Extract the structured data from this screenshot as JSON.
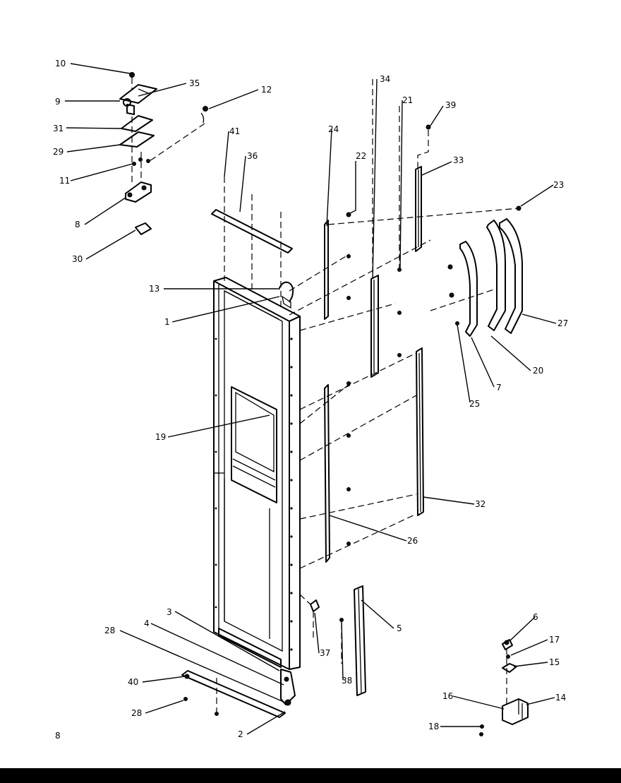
{
  "diagram": {
    "page_number": "8",
    "callouts": {
      "c10": "10",
      "c9": "9",
      "c35": "35",
      "c31": "31",
      "c29": "29",
      "c11": "11",
      "c8": "8",
      "c30": "30",
      "c12": "12",
      "c41": "41",
      "c36": "36",
      "c13": "13",
      "c1": "1",
      "c19": "19",
      "c3": "3",
      "c4": "4",
      "c28a": "28",
      "c40": "40",
      "c28b": "28",
      "c2": "2",
      "c24": "24",
      "c22": "22",
      "c34": "34",
      "c21": "21",
      "c39": "39",
      "c33": "33",
      "c23": "23",
      "c27": "27",
      "c20": "20",
      "c7": "7",
      "c25": "25",
      "c32": "32",
      "c26": "26",
      "c37": "37",
      "c38": "38",
      "c5": "5",
      "c6": "6",
      "c17": "17",
      "c15": "15",
      "c16": "16",
      "c14": "14",
      "c18": "18"
    }
  }
}
